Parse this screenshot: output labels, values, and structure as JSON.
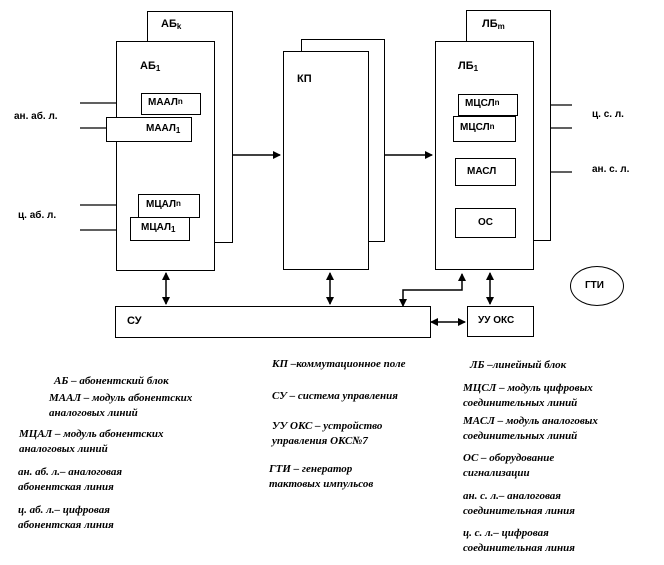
{
  "blocks": {
    "ab_k": {
      "main": "АБ",
      "sub": "k"
    },
    "ab_1": {
      "main": "АБ",
      "sub": "1"
    },
    "kp": "КП",
    "lb_m": {
      "main": "ЛБ",
      "sub": "m"
    },
    "lb_1": {
      "main": "ЛБ",
      "sub": "1"
    },
    "su": "СУ",
    "uu_oks": "УУ ОКС",
    "gti": "ГТИ"
  },
  "modules": {
    "maal_n": {
      "main": "МААЛ",
      "sub": "n"
    },
    "maal_1": {
      "main": "МААЛ",
      "sub": "1"
    },
    "mcal_n": {
      "main": "МЦАЛ",
      "sub": "n"
    },
    "mcal_1": {
      "main": "МЦАЛ",
      "sub": "1"
    },
    "mcsl_n_top": {
      "main": "МЦСЛ",
      "sub": "n"
    },
    "mcsl_n_bottom": {
      "main": "МЦСЛ",
      "sub": "n"
    },
    "masl": "МАСЛ",
    "os": "ОС"
  },
  "lines": {
    "an_ab_l": "ан. аб. л.",
    "c_ab_l": "ц. аб. л.",
    "c_s_l": "ц. с. л.",
    "an_s_l": "ан. с. л."
  },
  "legend": {
    "col1": [
      "АБ – абонентский блок",
      "МААЛ – модуль абонентских аналоговых линий",
      "МЦАЛ – модуль абонентских аналоговых линий",
      "ан. аб. л.– аналоговая абонентская линия",
      "ц. аб. л.– цифровая абонентская линия"
    ],
    "col2": [
      "КП –коммутационное поле",
      "СУ – система управления",
      "УУ ОКС – устройство управления ОКС№7",
      "ГТИ – генератор тактовых импульсов"
    ],
    "col3": [
      "ЛБ –линейный блок",
      "МЦСЛ – модуль цифровых соединительных линий",
      "МАСЛ – модуль аналоговых соединительных линий",
      "ОС – оборудование сигнализации",
      "ан. с. л.– аналоговая соединительная линия",
      "ц. с. л.– цифровая соединительная линия"
    ]
  }
}
